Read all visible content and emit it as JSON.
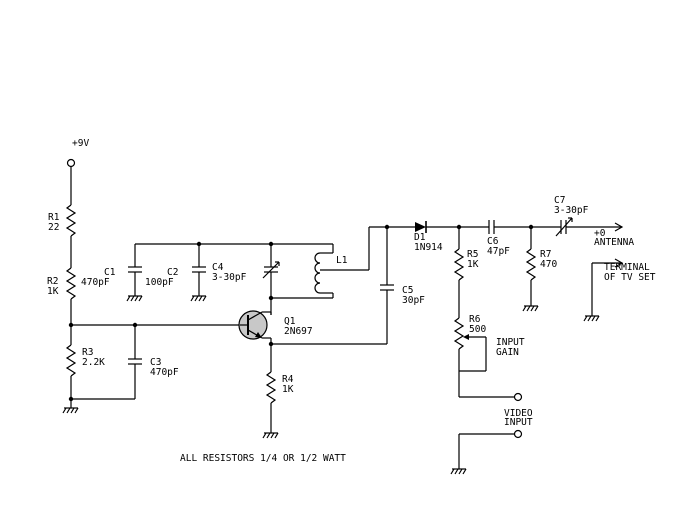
{
  "supply": {
    "label": "+9V"
  },
  "components": {
    "r1": {
      "ref": "R1",
      "value": "22"
    },
    "r2": {
      "ref": "R2",
      "value": "1K"
    },
    "r3": {
      "ref": "R3",
      "value": "2.2K"
    },
    "r4": {
      "ref": "R4",
      "value": "1K"
    },
    "r5": {
      "ref": "R5",
      "value": "1K"
    },
    "r6": {
      "ref": "R6",
      "value": "500",
      "note": "INPUT",
      "note2": "GAIN"
    },
    "r7": {
      "ref": "R7",
      "value": "470"
    },
    "c1": {
      "ref": "C1",
      "value": "470pF"
    },
    "c2": {
      "ref": "C2",
      "value": "100pF"
    },
    "c3": {
      "ref": "C3",
      "value": "470pF"
    },
    "c4": {
      "ref": "C4",
      "value": "3-30pF"
    },
    "c5": {
      "ref": "C5",
      "value": "30pF"
    },
    "c6": {
      "ref": "C6",
      "value": "47pF"
    },
    "c7": {
      "ref": "C7",
      "value": "3-30pF"
    },
    "l1": {
      "ref": "L1"
    },
    "q1": {
      "ref": "Q1",
      "value": "2N697"
    },
    "d1": {
      "ref": "D1",
      "value": "1N914"
    }
  },
  "terminals": {
    "antenna_line1": "+0",
    "antenna_line2": "ANTENNA",
    "tv_line1": "TERMINAL",
    "tv_line2": "OF TV SET",
    "video_line1": "VIDEO",
    "video_line2": "INPUT"
  },
  "footnote": "ALL RESISTORS 1/4 OR 1/2 WATT"
}
